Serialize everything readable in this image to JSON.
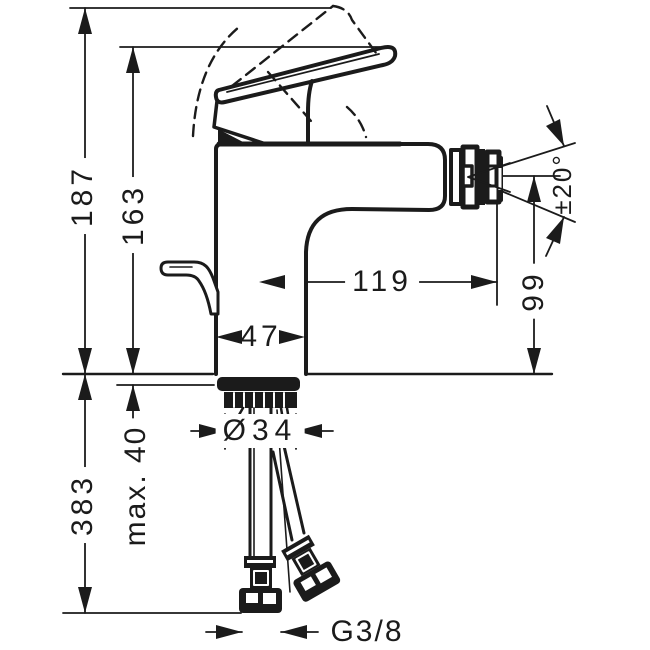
{
  "drawing": {
    "type": "technical-dimension-drawing",
    "subject": "single-lever bidet mixer, side view with supply hoses",
    "ink_color": "#1b1b1b",
    "paper_color": "#ffffff"
  },
  "dimensions": {
    "total_height": "187",
    "height_to_lever": "163",
    "spout_reach": "119",
    "body_width": "47",
    "outlet_height": "99",
    "swivel_angle": "±20°",
    "hole_diameter": "Ø34",
    "max_deck_thickness": "max. 40",
    "hose_length": "383",
    "connection_thread": "G3/8"
  }
}
